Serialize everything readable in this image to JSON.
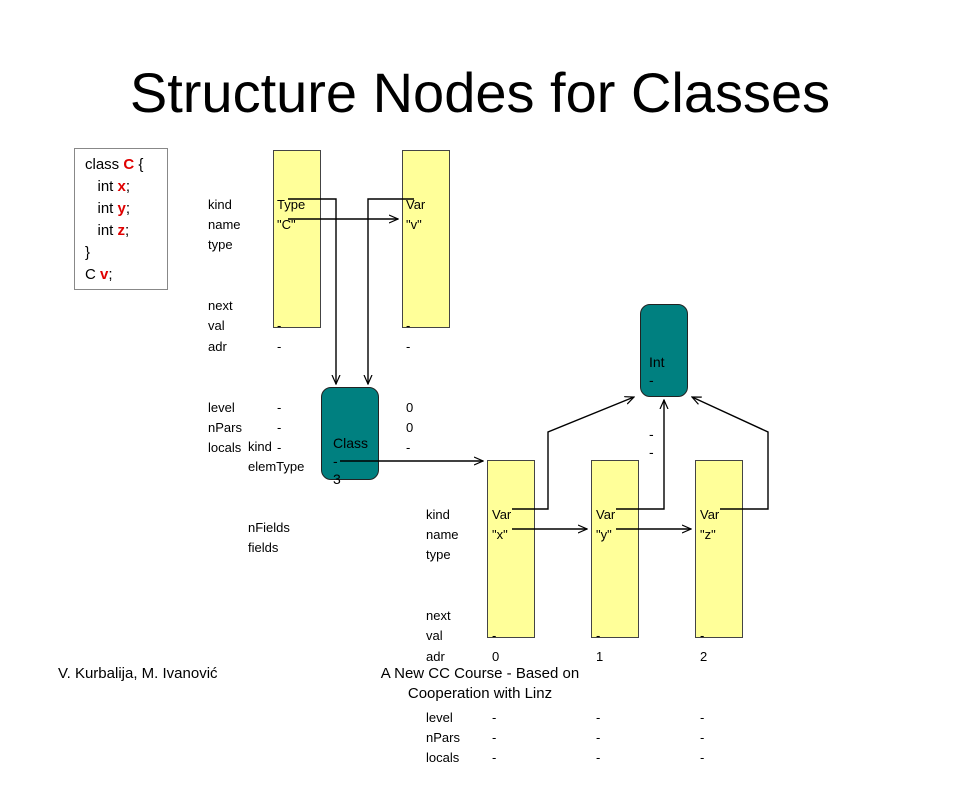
{
  "title": "Structure Nodes for Classes",
  "code": {
    "lines": [
      {
        "a": "class ",
        "h": "C",
        "b": " {"
      },
      {
        "a": "   int ",
        "h": "x",
        "b": ";"
      },
      {
        "a": "   int ",
        "h": "y",
        "b": ";"
      },
      {
        "a": "   int ",
        "h": "z",
        "b": ";"
      },
      {
        "a": "}",
        "h": "",
        "b": ""
      },
      {
        "a": "C ",
        "h": "v",
        "b": ";"
      }
    ]
  },
  "obj_fields": [
    "kind",
    "name",
    "type",
    "next",
    "val",
    "adr",
    "level",
    "nPars",
    "locals"
  ],
  "struct_fields": [
    "kind",
    "elemType",
    "nFields",
    "fields"
  ],
  "objects": {
    "type_c": [
      "Type",
      "\"C\"",
      "",
      "",
      "-",
      "-",
      "-",
      "-",
      "-"
    ],
    "var_v": [
      "Var",
      "\"v\"",
      "",
      "",
      "-",
      "-",
      "0",
      "0",
      "-",
      "-"
    ],
    "var_x": [
      "Var",
      "\"x\"",
      "",
      "",
      "-",
      "0",
      "-",
      "-",
      "-"
    ],
    "var_y": [
      "Var",
      "\"y\"",
      "",
      "",
      "-",
      "1",
      "-",
      "-",
      "-"
    ],
    "var_z": [
      "Var",
      "\"z\"",
      "",
      "",
      "-",
      "2",
      "-",
      "-",
      "-"
    ]
  },
  "structs": {
    "class_c": [
      "Class",
      "-",
      "3"
    ],
    "int": [
      "Int",
      "-",
      "-",
      "-"
    ]
  },
  "footer": {
    "authors": "V. Kurbalija, M. Ivanović",
    "course": "A New CC Course - Based on Cooperation with Linz"
  },
  "colors": {
    "object_fill": "#ffff99",
    "struct_fill": "#008080",
    "highlight": "#e00000"
  }
}
